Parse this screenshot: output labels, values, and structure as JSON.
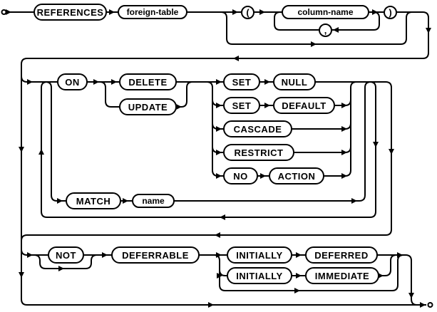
{
  "diagram": {
    "kind": "railroad-syntax-diagram",
    "colors": {
      "line": "#000000",
      "background": "#ffffff",
      "box_fill": "#ffffff",
      "text": "#000000"
    },
    "nodes": {
      "references": "REFERENCES",
      "foreign_table": "foreign-table",
      "open_paren": "(",
      "column_name": "column-name",
      "comma": ",",
      "close_paren": ")",
      "on": "ON",
      "delete": "DELETE",
      "update": "UPDATE",
      "set1": "SET",
      "null": "NULL",
      "set2": "SET",
      "default": "DEFAULT",
      "cascade": "CASCADE",
      "restrict": "RESTRICT",
      "no": "NO",
      "action": "ACTION",
      "match": "MATCH",
      "name": "name",
      "not": "NOT",
      "deferrable": "DEFERRABLE",
      "initially1": "INITIALLY",
      "deferred": "DEFERRED",
      "initially2": "INITIALLY",
      "immediate": "IMMEDIATE"
    }
  }
}
